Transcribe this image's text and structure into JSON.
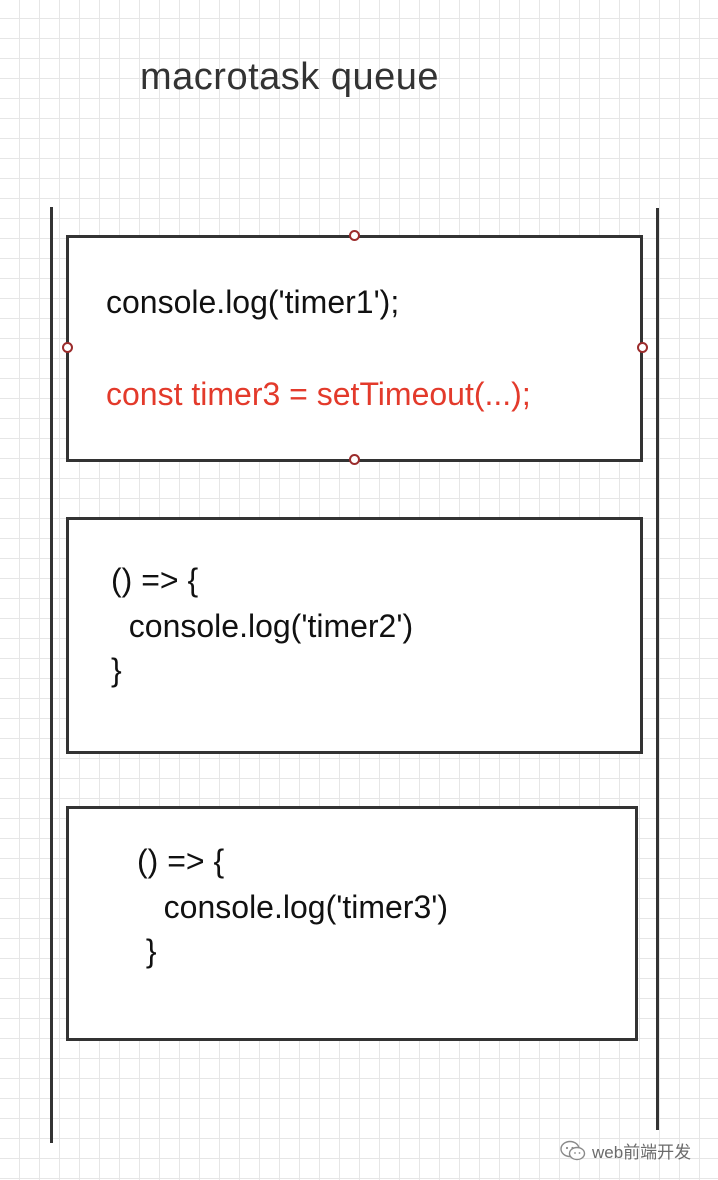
{
  "diagram": {
    "title": "macrotask queue",
    "tasks": [
      {
        "lines": [
          "console.log('timer1');",
          "const timer3 = setTimeout(...);"
        ],
        "highlight_line": 1
      },
      {
        "lines": [
          "() => {",
          "  console.log('timer2')",
          "}"
        ]
      },
      {
        "lines": [
          "() => {",
          "   console.log('timer3')",
          " }"
        ]
      }
    ],
    "highlight_color": "#e33a2b",
    "text_color": "#111111",
    "border_color": "#333333",
    "handle_color": "#9b2c2c"
  },
  "watermark": {
    "text": "web前端开发",
    "icon": "wechat-icon"
  }
}
